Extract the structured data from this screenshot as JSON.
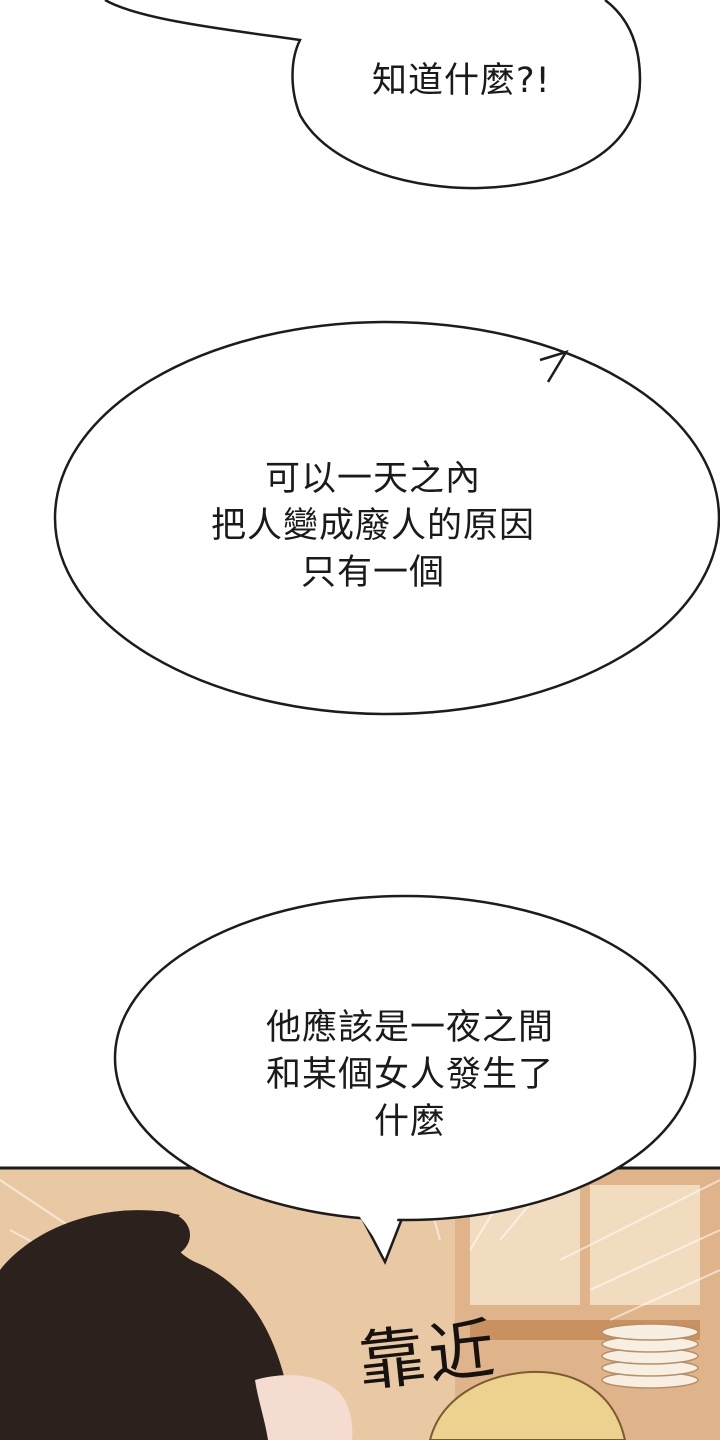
{
  "panel_bubbles": {
    "bubble_1": {
      "lines": [
        "知道什麼?!"
      ]
    },
    "bubble_2": {
      "lines": [
        "可以一天之內",
        "把人變成廢人的原因",
        "只有一個"
      ]
    },
    "bubble_3": {
      "lines": [
        "他應該是一夜之間",
        "和某個女人發生了",
        "什麼"
      ]
    }
  },
  "sound_effect": {
    "text": "靠近"
  },
  "colors": {
    "background": "#ffffff",
    "bubble_fill": "#ffffff",
    "bubble_outline": "#1c1c1c",
    "text": "#1a1a1a",
    "scene_wall": "#e7c7a2",
    "scene_door": "#d9ad80",
    "hair_dark": "#2b211d",
    "hair_light": "#ecd28e"
  }
}
